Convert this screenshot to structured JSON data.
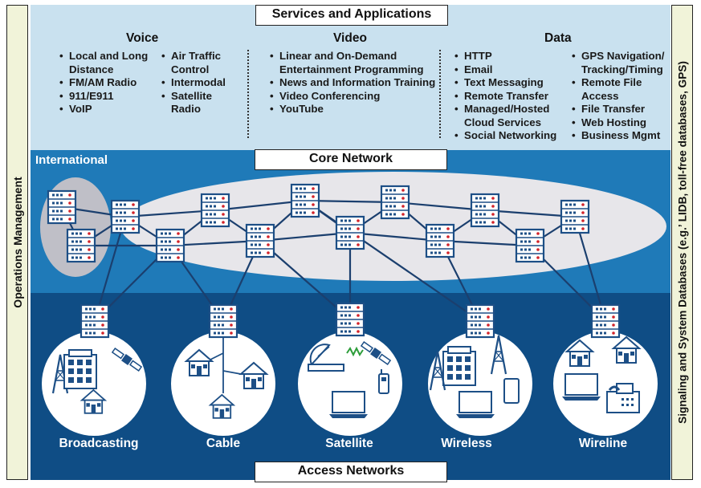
{
  "sidebars": {
    "left": "Operations Management",
    "right": "Signaling and System Databases (e.g.’ LIDB, toll-free databases, GPS)"
  },
  "services": {
    "title": "Services and Applications",
    "voice": {
      "title": "Voice",
      "col1": [
        "Local and Long Distance",
        "FM/AM Radio",
        "911/E911",
        "VoIP"
      ],
      "col2": [
        "Air Traffic Control",
        "Intermodal",
        "Satellite Radio"
      ]
    },
    "video": {
      "title": "Video",
      "items": [
        "Linear and On-Demand Entertainment Programming",
        "News and Information Training",
        "Video Conferencing",
        "YouTube"
      ]
    },
    "data": {
      "title": "Data",
      "col1": [
        "HTTP",
        "Email",
        "Text Messaging",
        "Remote Transfer",
        "Managed/Hosted Cloud Services",
        "Social Networking"
      ],
      "col2": [
        "GPS Navigation/ Tracking/Timing",
        "Remote File Access",
        "File Transfer",
        "Web Hosting",
        "Business Mgmt"
      ]
    }
  },
  "core": {
    "title": "Core Network",
    "international": "International"
  },
  "access": {
    "title": "Access Networks",
    "categories": [
      "Broadcasting",
      "Cable",
      "Satellite",
      "Wireless",
      "Wireline"
    ]
  },
  "colors": {
    "services_bg": "#c9e1ef",
    "core_bg": "#1f7ab8",
    "access_bg": "#0f4d85",
    "sidebar_bg": "#f1f3d9",
    "node": "#1d4f86",
    "ellipse": "#e7e6ea"
  }
}
